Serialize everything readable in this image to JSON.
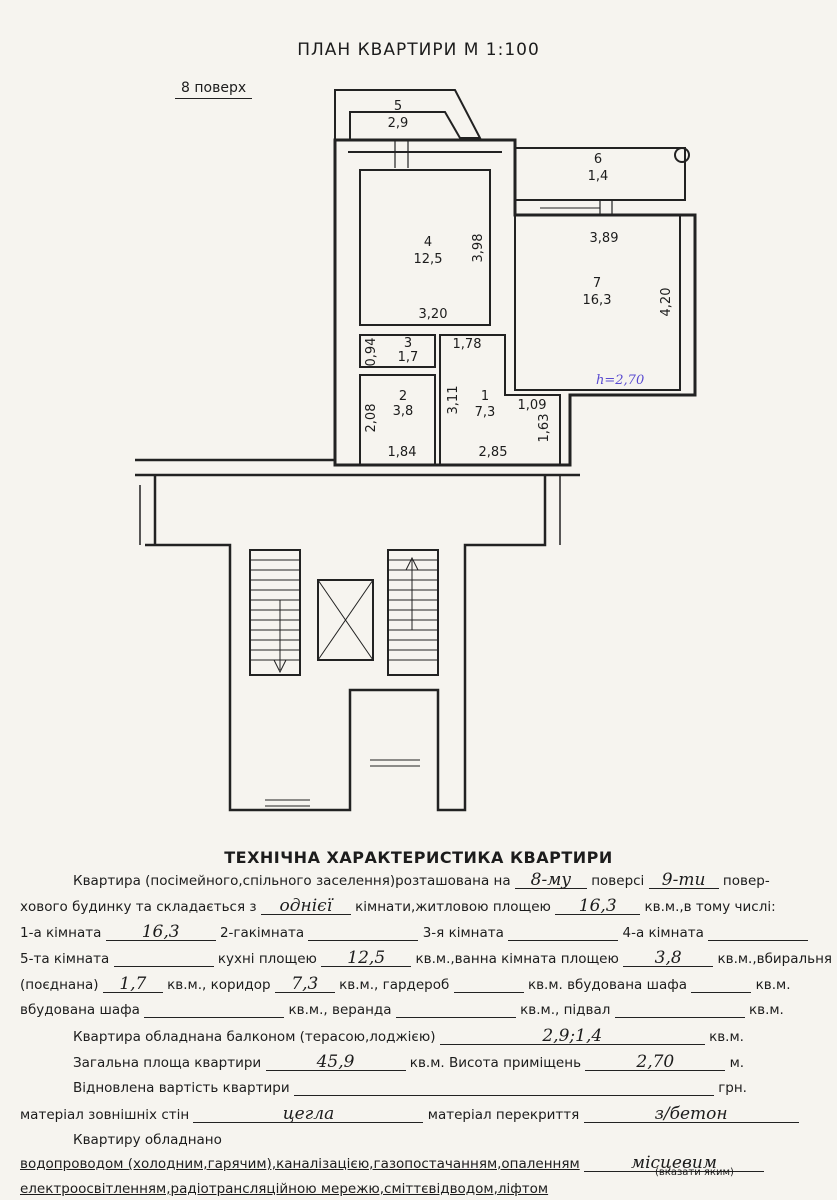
{
  "title": "ПЛАН КВАРТИРИ М 1:100",
  "floor_label": "8 поверх",
  "plan": {
    "rooms": [
      {
        "num": "1",
        "area": "7,3"
      },
      {
        "num": "2",
        "area": "3,8"
      },
      {
        "num": "3",
        "area": "1,7"
      },
      {
        "num": "4",
        "area": "12,5"
      },
      {
        "num": "5",
        "area": "2,9"
      },
      {
        "num": "6",
        "area": "1,4"
      },
      {
        "num": "7",
        "area": "16,3"
      }
    ],
    "dims": [
      "3,98",
      "3,20",
      "3,89",
      "4,20",
      "0,94",
      "1,78",
      "2,08",
      "3,11",
      "1,09",
      "1,63",
      "1,84",
      "2,85"
    ],
    "height_note": "h=2,70"
  },
  "tech": {
    "heading": "ТЕХНІЧНА ХАРАКТЕРИСТИКА КВАРТИРИ",
    "l1_a": "Квартира (посімейного,спільного заселення)розташована на",
    "floor": "8-му",
    "l1_b": "поверсі",
    "floors_total": "9-ти",
    "l1_c": "повер-",
    "l2_a": "хового будинку та складається з",
    "rooms_count": "однієї",
    "l2_b": "кімнати,житловою площею",
    "living_area": "16,3",
    "l2_c": "кв.м.,в тому числі:",
    "l3_a": "1-а кімната",
    "room1": "16,3",
    "l3_b": "2-гакімната",
    "l3_c": "3-я кімната",
    "l3_d": "4-а кімната",
    "l4_a": "5-та кімната",
    "l4_b": "кухні площею",
    "kitchen": "12,5",
    "l4_c": "кв.м.,ванна кімната площею",
    "bath": "3,8",
    "l4_d": "кв.м.,вбиральня",
    "l5_a": "(поєднана)",
    "wc": "1,7",
    "l5_b": "кв.м., коридор",
    "corridor": "7,3",
    "l5_c": "кв.м., гардероб",
    "l5_d": "кв.м. вбудована шафа",
    "l5_e": "кв.м.",
    "l6_a": "вбудована шафа",
    "l6_b": "кв.м., веранда",
    "l6_c": "кв.м., підвал",
    "l6_d": "кв.м.",
    "l7_a": "Квартира обладнана балконом (терасою,лоджією)",
    "balcony": "2,9;1,4",
    "l7_b": "кв.м.",
    "l8_a": "Загальна площа квартири",
    "total_area": "45,9",
    "l8_b": "кв.м. Висота приміщень",
    "height": "2,70",
    "l8_c": "м.",
    "l9_a": "Відновлена вартість квартири",
    "l9_b": "грн.",
    "l10_a": "матеріал зовнішніх стін",
    "wall_material": "цегла",
    "l10_b": "матеріал перекриття",
    "ceiling_material": "з/бетон",
    "l11": "Квартиру обладнано",
    "l12_a": "водопроводом (холодним,гарячим),каналізацією,газопостачанням,опаленням",
    "heating": "місцевим",
    "l12_note": "(вказати яким)",
    "l13": "електроосвітленням,радіотрансляційною мережю,сміттєвідводом,ліфтом"
  }
}
